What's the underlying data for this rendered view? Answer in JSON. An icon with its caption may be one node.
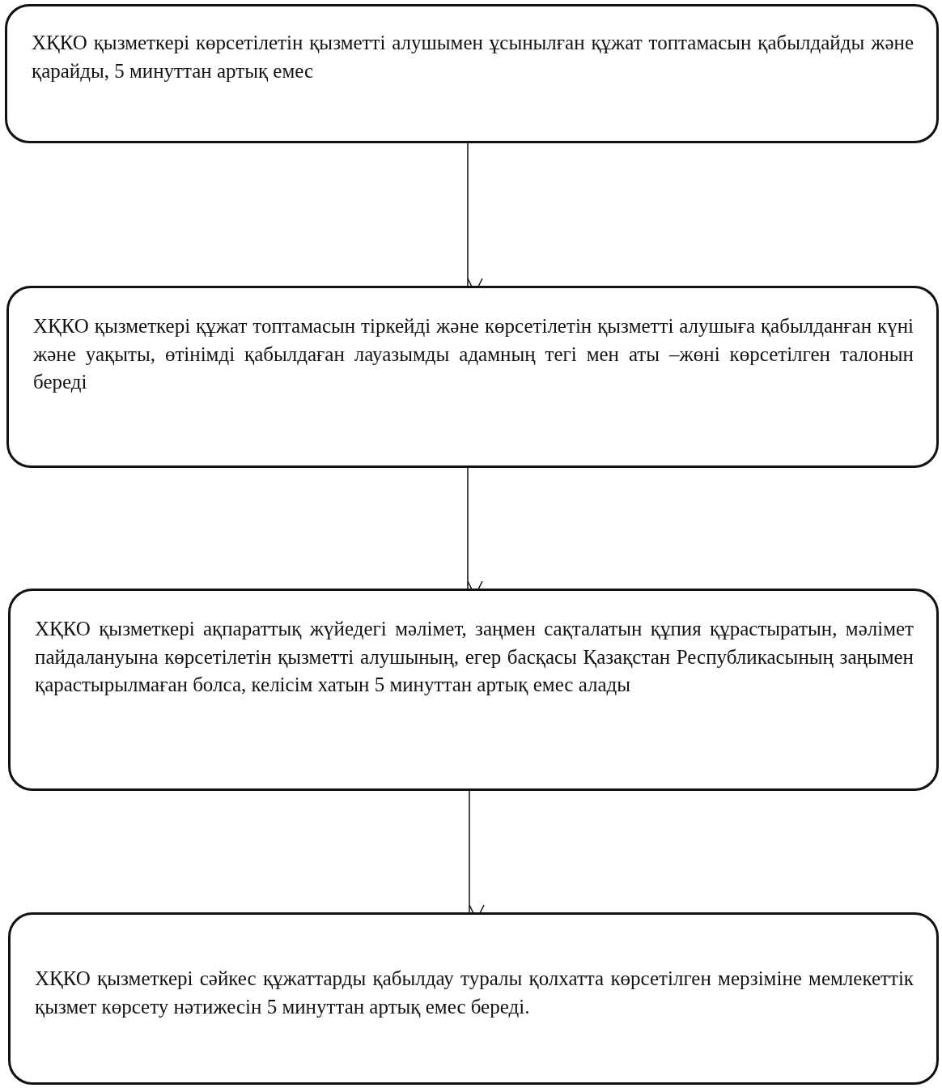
{
  "diagram": {
    "nodes": [
      {
        "text": [
          "ХҚКО қызметкері көрсетілетін қызметті алушымен ұсынылған құжат топтамасын қабылдайды және қарайды, 5 минуттан артық емес"
        ]
      },
      {
        "text": [
          "ХҚКО қызметкері құжат топтамасын тіркейді және көрсетілетін қызметті алушыға қабылданған күні және уақыты, өтінімді қабылдаған лауазымды адамның тегі мен аты –жөні көрсетілген талонын береді"
        ]
      },
      {
        "text": [
          "ХҚКО қызметкері ақпараттық жүйедегі мәлімет, заңмен сақталатын құпия құрастыратын, мәлімет пайдалануына көрсетілетін қызметті алушының, егер басқасы Қазақстан Республикасының заңымен қарастырылмаған болса, келісім хатын 5 минуттан артық емес алады"
        ]
      },
      {
        "text": [
          "ХҚКО қызметкері сәйкес құжаттарды қабылдау туралы қолхатта көрсетілген мерзіміне мемлекеттік қызмет көрсету нәтижесін 5 минуттан артық емес береді."
        ]
      }
    ],
    "edges": [
      {
        "from": 0,
        "to": 1,
        "arrow": "to"
      },
      {
        "from": 1,
        "to": 2,
        "arrow": "to"
      },
      {
        "from": 2,
        "to": 3,
        "arrow": "to"
      }
    ]
  }
}
